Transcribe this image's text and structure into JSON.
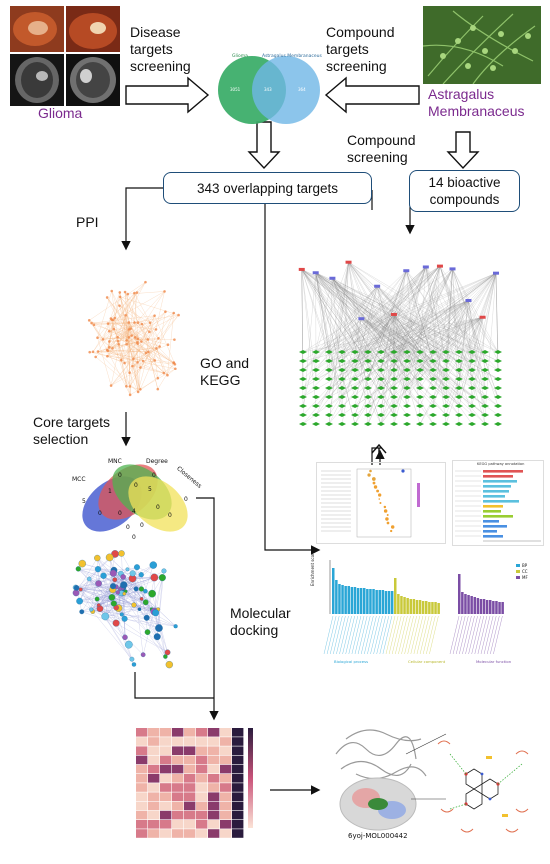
{
  "left_labels": {
    "disease": [
      "Disease",
      "targets",
      "screening"
    ],
    "glioma": "Glioma"
  },
  "right_labels": {
    "compound_targets": [
      "Compound",
      "targets",
      "screening"
    ],
    "astragalus": [
      "Astragalus",
      "Membranaceus"
    ],
    "compound_screening": [
      "Compound",
      "screening"
    ]
  },
  "venn": {
    "left_title": "Glioma",
    "right_title": "Astragalus Membranaceus",
    "left_count": "3051",
    "mid_count": "343",
    "right_count": "364"
  },
  "boxes": {
    "overlap": "343 overlapping targets",
    "compounds": [
      "14 bioactive",
      "compounds"
    ]
  },
  "steps": {
    "ppi": "PPI",
    "go_kegg": [
      "GO and",
      "KEGG"
    ],
    "core": [
      "Core targets",
      "selection"
    ],
    "docking": [
      "Molecular",
      "docking"
    ]
  },
  "core_venn": {
    "sets": [
      "MCC",
      "MNC",
      "Degree",
      "Closeness"
    ],
    "counts": [
      "5",
      "0",
      "0",
      "0",
      "5",
      "0",
      "1",
      "0",
      "0",
      "4",
      "0",
      "0",
      "0",
      "0",
      "0"
    ]
  },
  "enrichment": {
    "ylabel": "Enrichment score",
    "legend": [
      "BP",
      "CC",
      "MF"
    ],
    "groups": [
      "Biological process",
      "Cellular component",
      "Molecular function"
    ]
  },
  "kegg_title": "KEGG pathway annotation",
  "docking_label": "6yoj-MOL000442",
  "colors": {
    "box_border": "#1f4e79",
    "venn_left": "#3dae6a",
    "venn_right": "#6fb6e6",
    "purple": "#7b2a8e",
    "bp": "#2aa6d6",
    "cc": "#c9c93a",
    "mf": "#7b4ea5"
  }
}
